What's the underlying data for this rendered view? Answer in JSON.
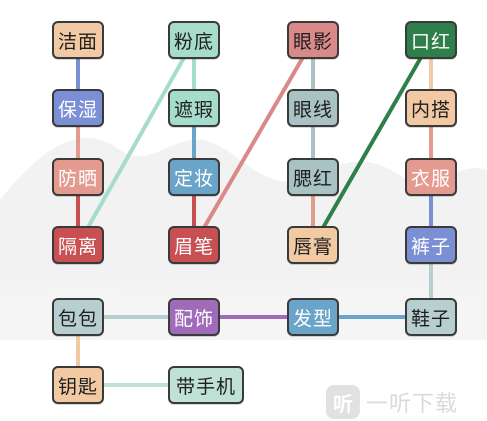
{
  "colors": {
    "beige": "#f1c9a3",
    "blue": "#7b8fd4",
    "salmon": "#e49a8e",
    "red": "#c84f52",
    "mint": "#a6dccb",
    "steel": "#6aa4c8",
    "rose": "#d98a88",
    "gray": "#a9c2c4",
    "darkgreen": "#2f7f4a",
    "purple": "#a06bb8",
    "lightmint": "#c0e1d6",
    "grayblue": "#b7cfd0"
  },
  "tiles": [
    {
      "id": "jiemian",
      "label": "洁面",
      "color": "beige"
    },
    {
      "id": "baoshi",
      "label": "保湿",
      "color": "blue"
    },
    {
      "id": "fangshai",
      "label": "防晒",
      "color": "salmon"
    },
    {
      "id": "geli",
      "label": "隔离",
      "color": "red"
    },
    {
      "id": "fendi",
      "label": "粉底",
      "color": "mint"
    },
    {
      "id": "zhexia",
      "label": "遮瑕",
      "color": "mint"
    },
    {
      "id": "dingzhuang",
      "label": "定妆",
      "color": "steel"
    },
    {
      "id": "meibi",
      "label": "眉笔",
      "color": "red"
    },
    {
      "id": "yanying",
      "label": "眼影",
      "color": "rose"
    },
    {
      "id": "yanxian",
      "label": "眼线",
      "color": "gray"
    },
    {
      "id": "saihong",
      "label": "腮红",
      "color": "gray"
    },
    {
      "id": "chungao",
      "label": "唇膏",
      "color": "beige"
    },
    {
      "id": "kouhong",
      "label": "口红",
      "color": "darkgreen"
    },
    {
      "id": "neida",
      "label": "内搭",
      "color": "beige"
    },
    {
      "id": "yifu",
      "label": "衣服",
      "color": "salmon"
    },
    {
      "id": "kuzi",
      "label": "裤子",
      "color": "blue"
    },
    {
      "id": "baobao",
      "label": "包包",
      "color": "grayblue"
    },
    {
      "id": "peishi",
      "label": "配饰",
      "color": "purple"
    },
    {
      "id": "faxing",
      "label": "发型",
      "color": "steel"
    },
    {
      "id": "xiezi",
      "label": "鞋子",
      "color": "grayblue"
    },
    {
      "id": "yaoshi",
      "label": "钥匙",
      "color": "beige"
    },
    {
      "id": "daishouji",
      "label": "带手机",
      "color": "lightmint"
    }
  ],
  "connections": [
    {
      "from": "jiemian",
      "to": "baoshi",
      "color": "blue"
    },
    {
      "from": "baoshi",
      "to": "fangshai",
      "color": "salmon"
    },
    {
      "from": "fangshai",
      "to": "geli",
      "color": "red"
    },
    {
      "from": "fendi",
      "to": "zhexia",
      "color": "mint"
    },
    {
      "from": "zhexia",
      "to": "dingzhuang",
      "color": "steel"
    },
    {
      "from": "dingzhuang",
      "to": "meibi",
      "color": "red"
    },
    {
      "from": "fendi",
      "to": "geli",
      "color": "mint"
    },
    {
      "from": "yanying",
      "to": "yanxian",
      "color": "gray"
    },
    {
      "from": "yanxian",
      "to": "saihong",
      "color": "gray"
    },
    {
      "from": "saihong",
      "to": "chungao",
      "color": "salmon"
    },
    {
      "from": "yanying",
      "to": "meibi",
      "color": "rose"
    },
    {
      "from": "kouhong",
      "to": "neida",
      "color": "beige"
    },
    {
      "from": "neida",
      "to": "yifu",
      "color": "salmon"
    },
    {
      "from": "yifu",
      "to": "kuzi",
      "color": "blue"
    },
    {
      "from": "kouhong",
      "to": "chungao",
      "color": "darkgreen"
    },
    {
      "from": "kuzi",
      "to": "xiezi",
      "color": "grayblue"
    },
    {
      "from": "baobao",
      "to": "peishi",
      "color": "grayblue"
    },
    {
      "from": "peishi",
      "to": "faxing",
      "color": "purple"
    },
    {
      "from": "faxing",
      "to": "xiezi",
      "color": "steel"
    },
    {
      "from": "baobao",
      "to": "yaoshi",
      "color": "beige"
    },
    {
      "from": "yaoshi",
      "to": "daishouji",
      "color": "lightmint"
    }
  ],
  "watermark": {
    "logo": "听",
    "text": "一听下载"
  }
}
